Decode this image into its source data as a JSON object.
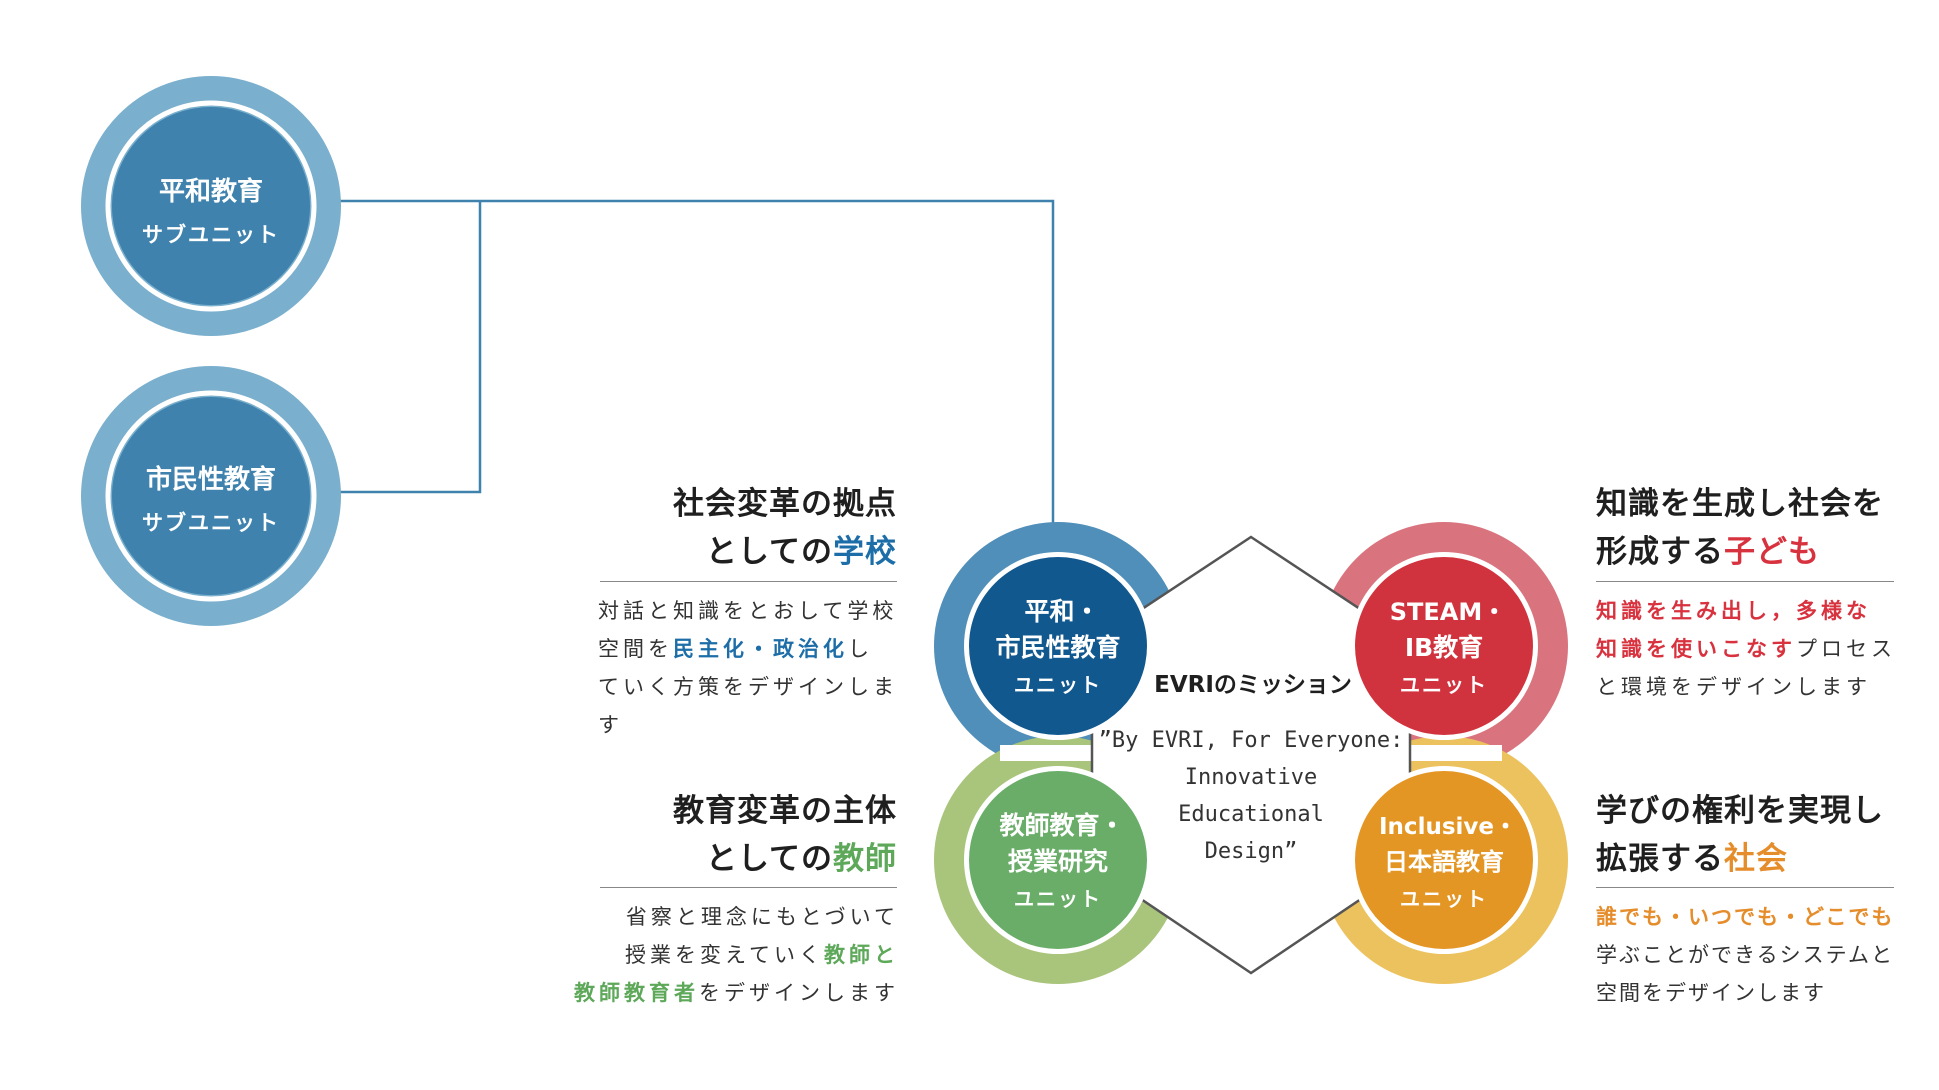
{
  "colors": {
    "sub_outer": "#7ab0cd",
    "sub_inner": "#3e82ad",
    "blue_outer": "#4f8fb9",
    "blue_inner": "#11588f",
    "red_outer": "#d9747f",
    "red_inner": "#d1333e",
    "green_outer": "#a9c47b",
    "green_inner": "#69ad69",
    "orange_outer": "#ecc25e",
    "orange_inner": "#e49624",
    "connector": "#3e82ad",
    "hexagon": "#555555"
  },
  "sub_units": [
    {
      "line1": "平和教育",
      "line2": "サブユニット"
    },
    {
      "line1": "市民性教育",
      "line2": "サブユニット"
    }
  ],
  "units": {
    "peace": {
      "line1": "平和・",
      "line2": "市民性教育",
      "line3": "ユニット"
    },
    "steam": {
      "line1": "STEAM・",
      "line2": "IB教育",
      "line3": "ユニット"
    },
    "teacher": {
      "line1": "教師教育・",
      "line2": "授業研究",
      "line3": "ユニット"
    },
    "inclusive": {
      "line1": "Inclusive・",
      "line2": "日本語教育",
      "line3": "ユニット"
    }
  },
  "mission": {
    "title": "EVRIのミッション",
    "line1": "”By EVRI, For Everyone:",
    "line2": "Innovative",
    "line3": "Educational",
    "line4": "Design”"
  },
  "school": {
    "heading_line1": "社会変革の拠点",
    "heading_line2_pre": "としての",
    "heading_line2_hl": "学校",
    "body_line1": "対話と知識をとおして学校",
    "body_line2_pre": "空間を",
    "body_line2_hl": "民主化・政治化",
    "body_line2_post": "し",
    "body_line3": "ていく方策をデザインします"
  },
  "teacher": {
    "heading_line1": "教育変革の主体",
    "heading_line2_pre": "としての",
    "heading_line2_hl": "教師",
    "body_line1": "省察と理念にもとづいて",
    "body_line2_pre": "授業を変えていく",
    "body_line2_hl": "教師と",
    "body_line3_hl": "教師教育者",
    "body_line3_post": "をデザインします"
  },
  "child": {
    "heading_line1": "知識を生成し社会を",
    "heading_line2_pre": "形成する",
    "heading_line2_hl": "子ども",
    "body_line1_hl": "知識を生み出し，多様な",
    "body_line2_hl": "知識を使いこなす",
    "body_line2_post": "プロセス",
    "body_line3": "と環境をデザインします"
  },
  "society": {
    "heading_line1": "学びの権利を実現し",
    "heading_line2_pre": "拡張する",
    "heading_line2_hl": "社会",
    "body_line1_hl": "誰でも・いつでも・どこでも",
    "body_line2": "学ぶことができるシステムと",
    "body_line3": "空間をデザインします"
  }
}
